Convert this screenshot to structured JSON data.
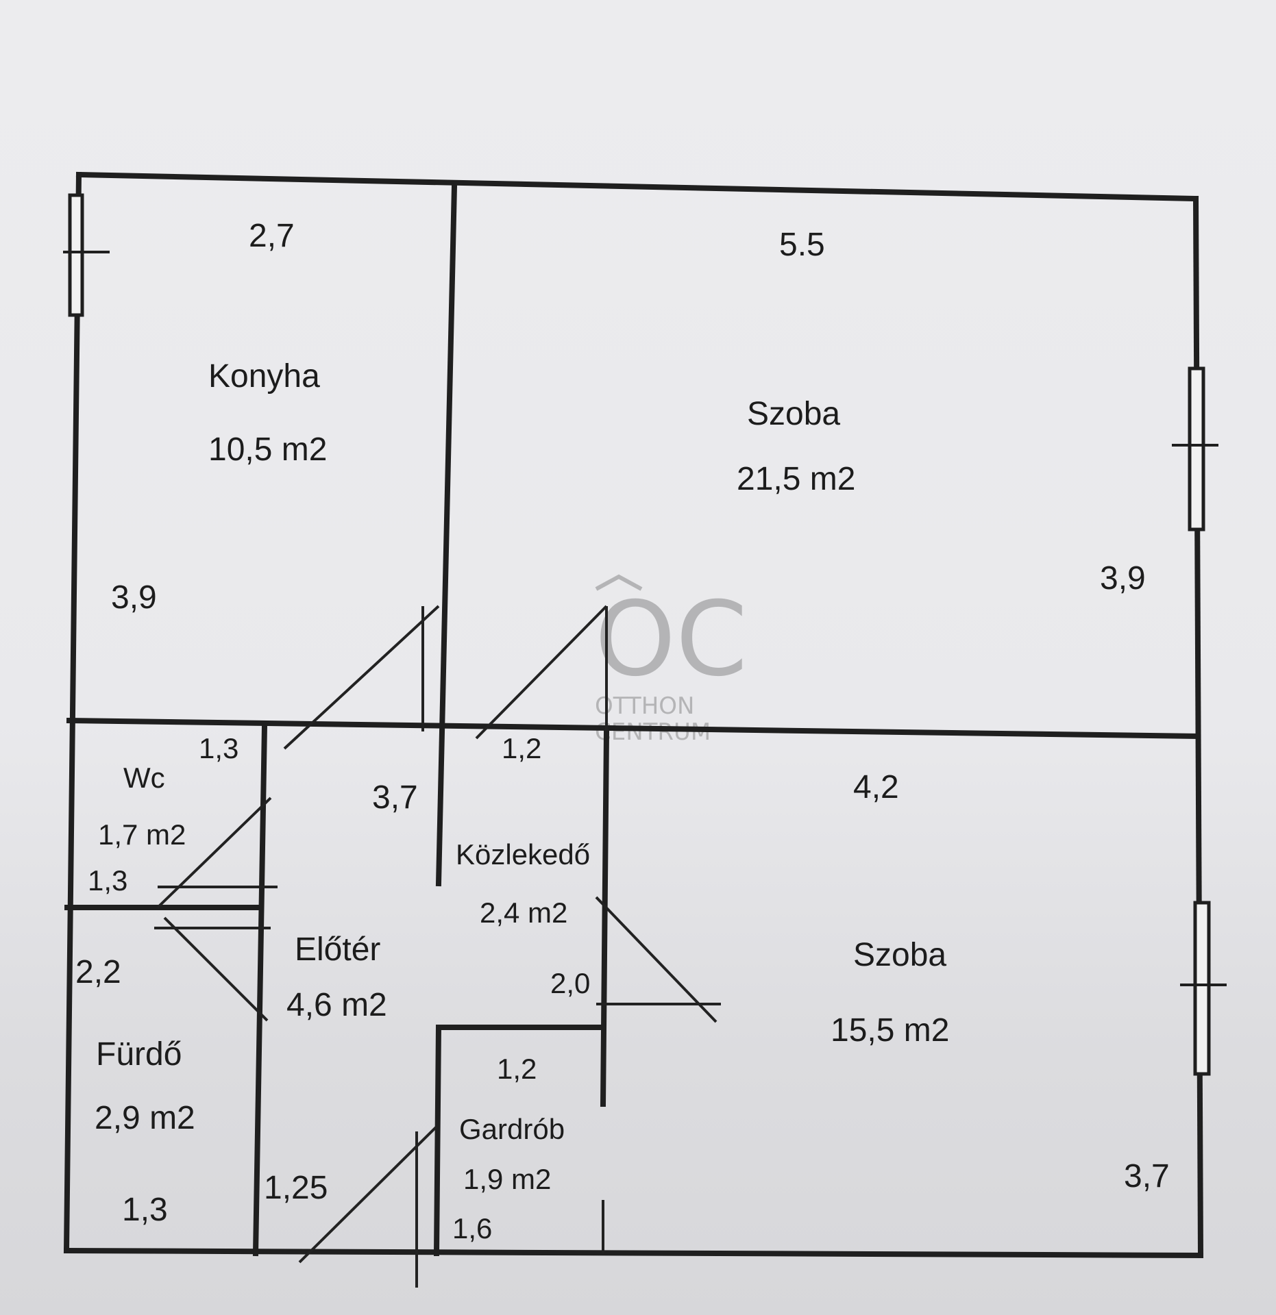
{
  "rooms": {
    "kitchen": {
      "name": "Konyha",
      "area": "10,5 m2",
      "width": "2,7",
      "depth": "3,9"
    },
    "room_large": {
      "name": "Szoba",
      "area": "21,5 m2",
      "width": "5.5",
      "depth": "3,9"
    },
    "wc": {
      "name": "Wc",
      "area": "1,7 m2",
      "width": "1,3",
      "depth": "1,3"
    },
    "hall": {
      "name": "Előtér",
      "area": "4,6 m2",
      "depth": "3,7",
      "width": "1,25"
    },
    "corridor": {
      "name": "Közlekedő",
      "area": "2,4 m2",
      "width": "1,2",
      "depth": "2,0"
    },
    "room_small": {
      "name": "Szoba",
      "area": "15,5 m2",
      "width": "4,2",
      "depth": "3,7"
    },
    "bath": {
      "name": "Fürdő",
      "area": "2,9 m2",
      "depth": "2,2",
      "width": "1,3"
    },
    "wardrobe": {
      "name": "Gardrób",
      "area": "1,9 m2",
      "width": "1,2",
      "depth": "1,6"
    }
  },
  "watermark": {
    "monogram": "OC",
    "line1": "OTTHON",
    "line2": "CENTRUM"
  }
}
